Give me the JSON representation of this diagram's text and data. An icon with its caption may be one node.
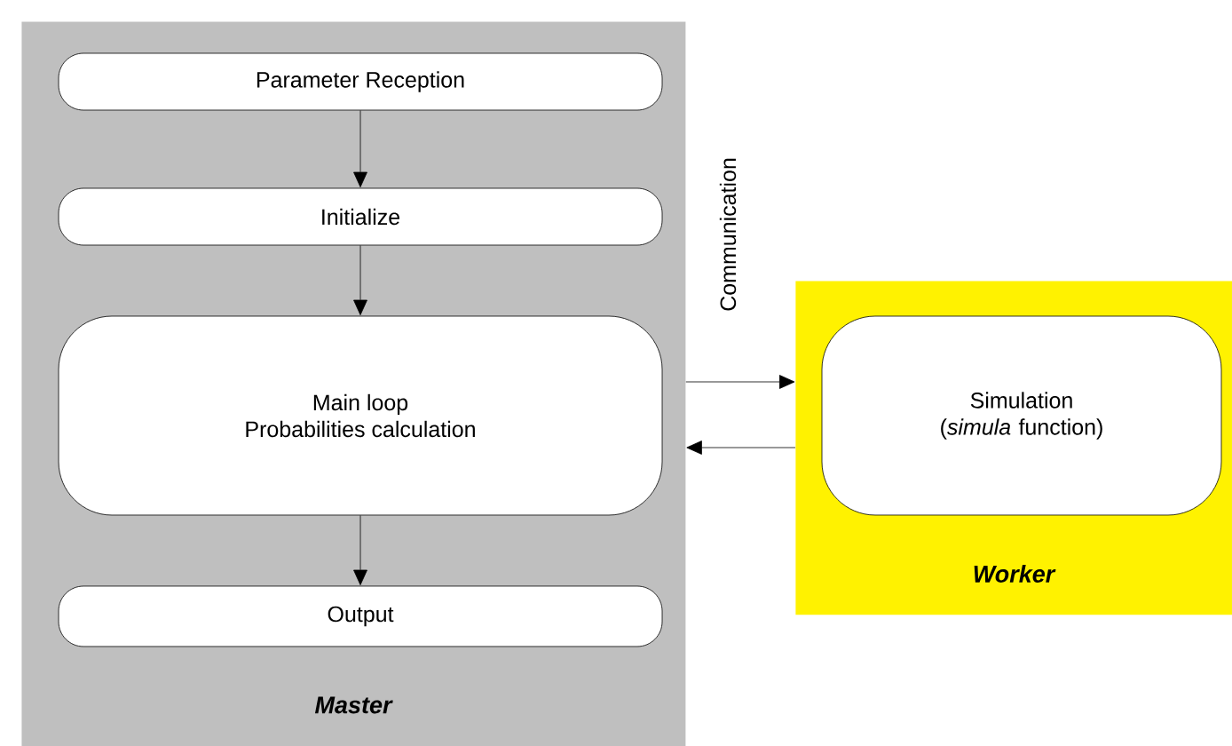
{
  "diagram": {
    "nodes": [
      {
        "text": [
          "Master"
        ]
      },
      {
        "text": [
          "Parameter Reception"
        ],
        "in": 0
      },
      {
        "text": [
          "Initialize"
        ],
        "in": 0
      },
      {
        "text": [
          "Main loop",
          "Probabilities calculation"
        ],
        "in": 0
      },
      {
        "text": [
          "Output"
        ],
        "in": 0
      },
      {
        "text": [
          "Worker"
        ]
      },
      {
        "text": [
          "Simulation (*simula* function)"
        ],
        "in": 5
      }
    ],
    "edges": [
      {
        "from": 1,
        "to": 2,
        "arrow": "to"
      },
      {
        "from": 2,
        "to": 3,
        "arrow": "to"
      },
      {
        "from": 3,
        "to": 4,
        "arrow": "to"
      },
      {
        "from": 0,
        "to": 5,
        "arrow": "to",
        "label": "Communication"
      },
      {
        "from": 5,
        "to": 0,
        "arrow": "to"
      }
    ]
  }
}
